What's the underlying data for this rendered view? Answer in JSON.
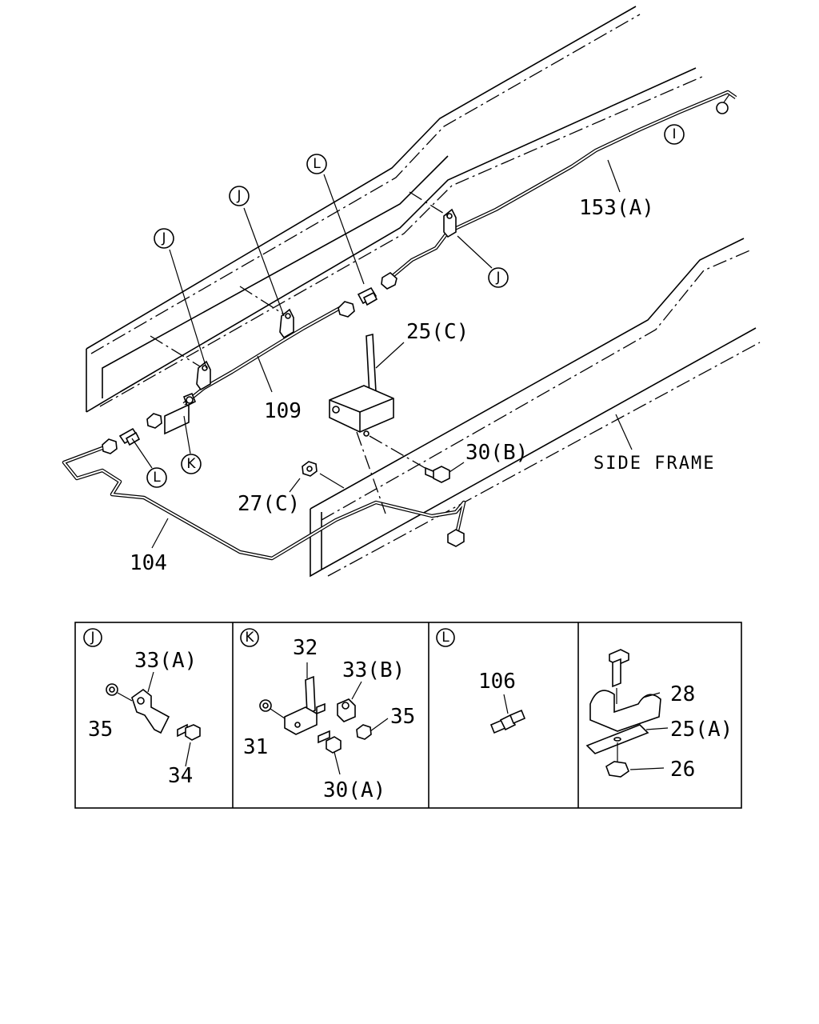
{
  "main_labels": {
    "p153a": "153(A)",
    "p109": "109",
    "p25c": "25(C)",
    "p30b": "30(B)",
    "side_frame": "SIDE FRAME",
    "p27c": "27(C)",
    "p104": "104"
  },
  "callouts": {
    "i": "I",
    "j1": "J",
    "j2": "J",
    "j3": "J",
    "l1": "L",
    "l2": "L",
    "k": "K"
  },
  "detail_j": {
    "tag": "J",
    "p33a": "33(A)",
    "p35": "35",
    "p34": "34"
  },
  "detail_k": {
    "tag": "K",
    "p32": "32",
    "p33b": "33(B)",
    "p35": "35",
    "p31": "31",
    "p30a": "30(A)"
  },
  "detail_l": {
    "tag": "L",
    "p106": "106"
  },
  "detail_4": {
    "p28": "28",
    "p25a": "25(A)",
    "p26": "26"
  }
}
